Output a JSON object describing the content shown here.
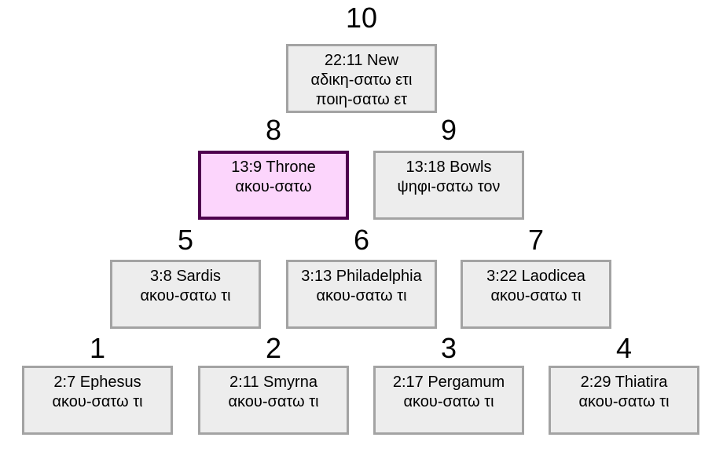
{
  "diagram": {
    "description": "Pyramid diagram of ten numbered Revelation verse nodes with Greek aorist imperative forms",
    "colors": {
      "background": "#ffffff",
      "box_fill": "#ededed",
      "box_border": "#a3a3a3",
      "highlight_fill": "#fcd5fc",
      "highlight_border": "#4e004e",
      "text": "#000000"
    },
    "nodes": [
      {
        "number": "1",
        "lines": [
          "2:7 Ephesus",
          "ακου-σατω τι"
        ],
        "highlighted": false
      },
      {
        "number": "2",
        "lines": [
          "2:11 Smyrna",
          "ακου-σατω τι"
        ],
        "highlighted": false
      },
      {
        "number": "3",
        "lines": [
          "2:17 Pergamum",
          "ακου-σατω τι"
        ],
        "highlighted": false
      },
      {
        "number": "4",
        "lines": [
          "2:29 Thiatira",
          "ακου-σατω τι"
        ],
        "highlighted": false
      },
      {
        "number": "5",
        "lines": [
          "3:8 Sardis",
          "ακου-σατω τι"
        ],
        "highlighted": false
      },
      {
        "number": "6",
        "lines": [
          "3:13 Philadelphia",
          "ακου-σατω τι"
        ],
        "highlighted": false
      },
      {
        "number": "7",
        "lines": [
          "3:22 Laodicea",
          "ακου-σατω τι"
        ],
        "highlighted": false
      },
      {
        "number": "8",
        "lines": [
          "13:9 Throne",
          "ακου-σατω"
        ],
        "highlighted": true
      },
      {
        "number": "9",
        "lines": [
          "13:18 Bowls",
          "ψηφι-σατω τον"
        ],
        "highlighted": false
      },
      {
        "number": "10",
        "lines": [
          "22:11 New",
          "αδικη-σατω ετι",
          "ποιη-σατω ετ"
        ],
        "highlighted": false
      }
    ]
  }
}
